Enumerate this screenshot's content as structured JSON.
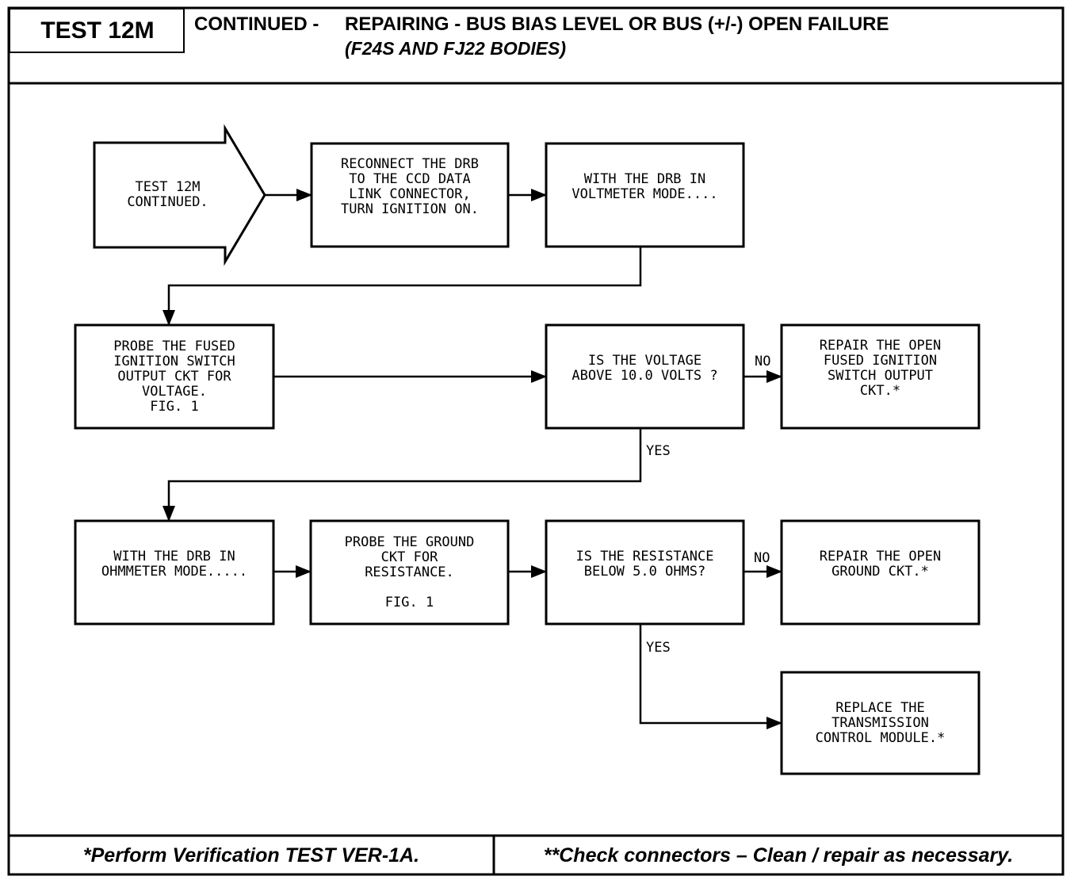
{
  "header": {
    "test_label": "TEST 12M",
    "continued": "CONTINUED -",
    "title": "REPAIRING - BUS BIAS LEVEL OR BUS (+/-) OPEN FAILURE",
    "subtitle": "(F24S AND FJ22 BODIES)"
  },
  "nodes": {
    "start": "TEST 12M\nCONTINUED.",
    "reconnect": "RECONNECT THE DRB\nTO THE CCD DATA\nLINK CONNECTOR,\nTURN IGNITION ON.",
    "voltmeter": "WITH THE DRB IN\nVOLTMETER MODE....",
    "probe_fused": "PROBE THE FUSED\nIGNITION SWITCH\nOUTPUT CKT FOR\nVOLTAGE.\nFIG. 1",
    "voltage_q": "IS THE VOLTAGE\nABOVE 10.0 VOLTS ?",
    "repair_fused": "REPAIR THE OPEN\nFUSED IGNITION\nSWITCH OUTPUT\nCKT.*",
    "ohmmeter": "WITH THE DRB IN\nOHMMETER MODE.....",
    "probe_ground": "PROBE THE GROUND\nCKT FOR\nRESISTANCE.\n\nFIG. 1",
    "resistance_q": "IS THE RESISTANCE\nBELOW 5.0 OHMS?",
    "repair_ground": "REPAIR THE OPEN\nGROUND CKT.*",
    "replace_tcm": "REPLACE THE\nTRANSMISSION\nCONTROL MODULE.*"
  },
  "labels": {
    "no_1": "NO",
    "yes_1": "YES",
    "no_2": "NO",
    "yes_2": "YES"
  },
  "footer": {
    "left": "*Perform Verification TEST VER-1A.",
    "right": "**Check connectors – Clean / repair as necessary."
  }
}
